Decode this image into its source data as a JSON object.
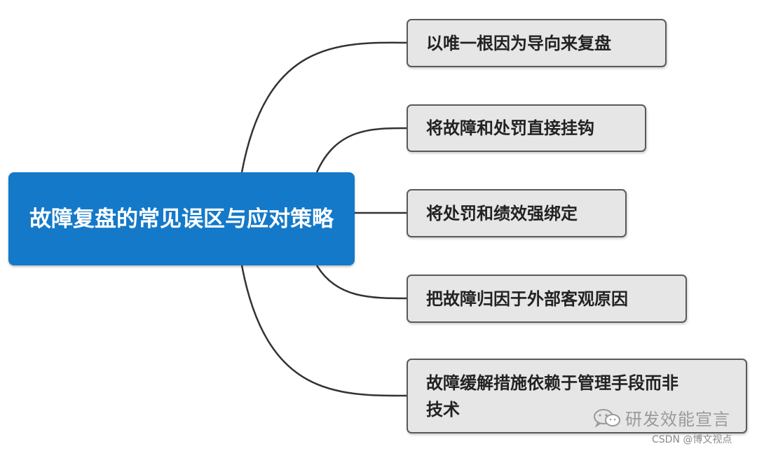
{
  "mindmap": {
    "root": {
      "label": "故障复盘的常见误区与应对策略",
      "color": "#1479c9"
    },
    "branches": [
      {
        "label": "以唯一根因为导向来复盘"
      },
      {
        "label": "将故障和处罚直接挂钩"
      },
      {
        "label": "将处罚和绩效强绑定"
      },
      {
        "label": "把故障归因于外部客观原因"
      },
      {
        "label": "故障缓解措施依赖于管理手段而非\n技术"
      }
    ],
    "branch_fill": "#e6e6e6",
    "branch_border": "#5a5a5a",
    "connector_color": "#333333"
  },
  "watermark": {
    "icon": "wechat-icon",
    "text": "研发效能宣言"
  },
  "credit": {
    "text": "CSDN @博文视点"
  }
}
